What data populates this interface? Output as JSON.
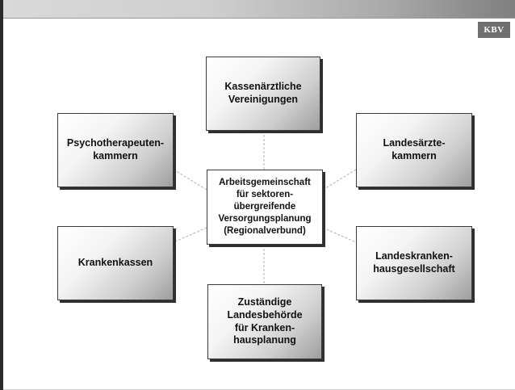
{
  "header": {
    "logo_text": "KBV"
  },
  "center": {
    "label": "Arbeitsgemeinschaft\nfür sektoren-\nübergreifende\nVersorgungsplanung\n(Regionalverbund)"
  },
  "nodes": {
    "top": "Kassenärztliche\nVereinigungen",
    "left_upper": "Psychotherapeuten-\nkammern",
    "right_upper": "Landesärzte-\nkammern",
    "left_lower": "Krankenkassen",
    "right_lower": "Landeskranken-\nhausgesellschaft",
    "bottom": "Zuständige\nLandesbehörde\nfür Kranken-\nhausplanung"
  },
  "colors": {
    "border": "#3a3a3a",
    "shadow": "#2f2f2f",
    "connector": "#b0b0b0"
  }
}
